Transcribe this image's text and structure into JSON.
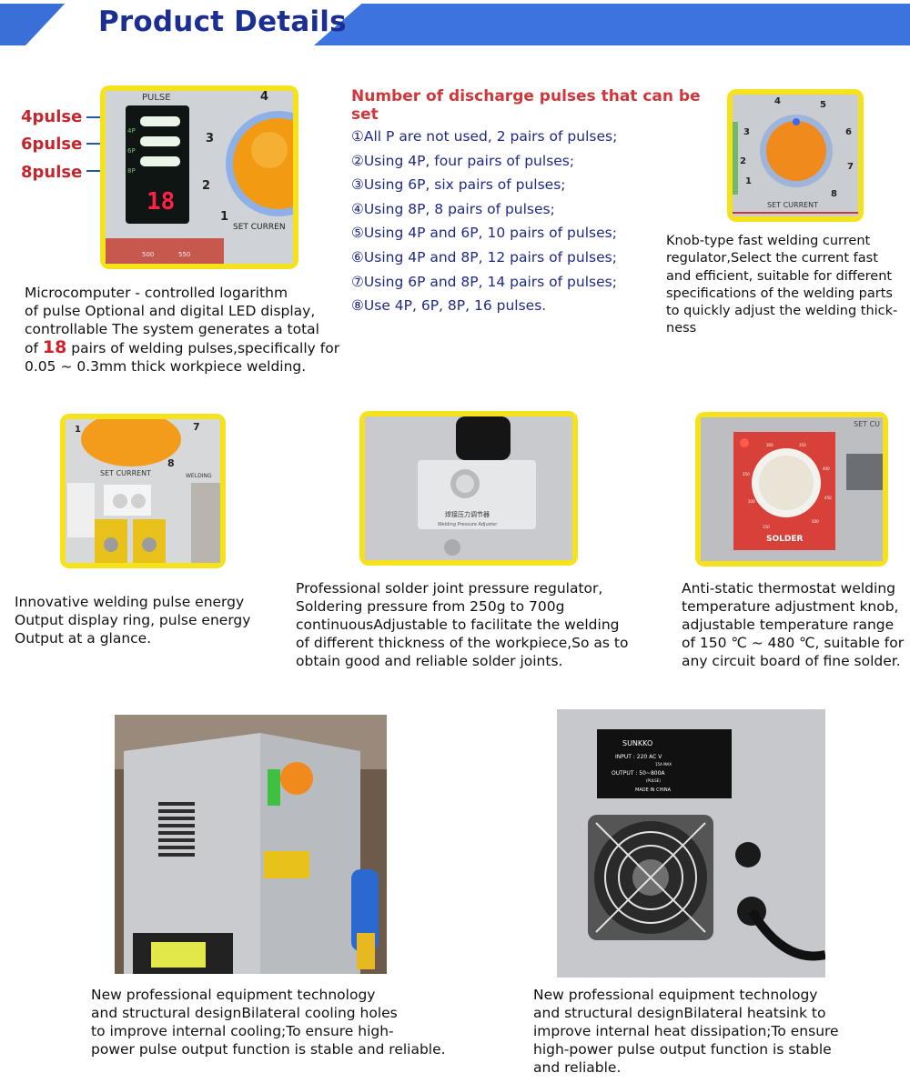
{
  "header": {
    "title": "Product Details"
  },
  "pulse_labels": [
    "4pulse",
    "6pulse",
    "8pulse"
  ],
  "panel1": {
    "pulse_text": "PULSE",
    "led_labels": [
      "4P",
      "6P",
      "8P"
    ],
    "led_value": "18",
    "dial_text": "SET CURREN",
    "dial_numbers": [
      "1",
      "2",
      "3",
      "4"
    ],
    "bottom_numbers": [
      "500",
      "550"
    ]
  },
  "desc1": {
    "line1": "Microcomputer - controlled logarithm",
    "line2": "of pulse  Optional and digital LED display,",
    "line3": "controllable  The system generates a total",
    "line4_pre": "of ",
    "line4_num": "18",
    "line4_post": " pairs of welding pulses,specifically for",
    "line5": "0.05 ~ 0.3mm thick workpiece welding."
  },
  "pulse_list": {
    "title": "Number of discharge pulses that can be set",
    "items": [
      "①All P are not used, 2 pairs of pulses;",
      "②Using 4P, four pairs of pulses;",
      "③Using 6P, six pairs of pulses;",
      "④Using 8P, 8 pairs of pulses;",
      "⑤Using 4P and 6P, 10 pairs of pulses;",
      "⑥Using 4P and 8P, 12 pairs of pulses;",
      "⑦Using 6P and 8P, 14 pairs of pulses;",
      "⑧Use 4P, 6P, 8P, 16 pulses."
    ]
  },
  "panel2": {
    "dial_text": "SET CURRENT",
    "dial_numbers": [
      "1",
      "2",
      "3",
      "4",
      "5",
      "6",
      "7",
      "8"
    ]
  },
  "desc2": {
    "lines": [
      "Knob-type fast welding current",
      "regulator,Select the current fast",
      "and efficient, suitable for different",
      "specifications of the welding parts",
      "to quickly adjust the welding thick-",
      "ness"
    ]
  },
  "panel3": {
    "dial_text": "SET CURRENT",
    "side_text": "WELDING",
    "dial_numbers": [
      "1",
      "7",
      "8"
    ]
  },
  "desc3": {
    "lines": [
      "Innovative welding pulse energy",
      "Output display ring, pulse energy",
      "Output at a glance."
    ]
  },
  "panel4": {
    "label_text": "焊接压力调节器",
    "label_sub": "Welding Pressure Adjuster"
  },
  "desc4": {
    "lines": [
      "Professional solder joint pressure regulator,",
      "Soldering pressure from 250g to 700g",
      "continuousAdjustable to facilitate the welding",
      "of different thickness of the workpiece,So as to",
      "obtain good and reliable solder joints."
    ]
  },
  "panel5": {
    "dial_numbers": [
      "150",
      "200",
      "250",
      "300",
      "350",
      "400",
      "450",
      "500"
    ],
    "label": "SOLDER",
    "corner_text": "SET CU"
  },
  "desc5": {
    "lines": [
      "Anti-static thermostat welding",
      "temperature adjustment knob,",
      "adjustable temperature range",
      "of 150 ℃ ~ 480 ℃, suitable for",
      "any circuit board of fine solder."
    ]
  },
  "panel7": {
    "brand": "SUNKKO",
    "input": "INPUT : 220 AC V",
    "input_max": "15A MAX",
    "output": "OUTPUT : 50~800A",
    "output_sub": "(PULSE)",
    "made_in": "MADE IN CHINA"
  },
  "desc6": {
    "lines": [
      "New professional equipment technology",
      "and structural designBilateral cooling holes",
      "to improve internal cooling;To ensure high-",
      "power pulse output function is stable and reliable."
    ]
  },
  "desc7": {
    "lines": [
      "New professional equipment technology",
      "and structural designBilateral heatsink to",
      "improve internal heat dissipation;To ensure",
      "high-power pulse output function is stable",
      "and reliable."
    ]
  }
}
